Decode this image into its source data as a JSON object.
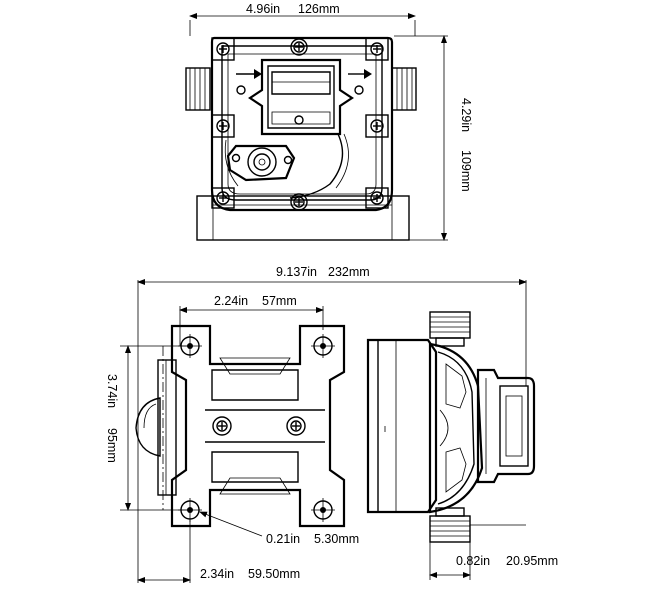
{
  "dimensions": {
    "top_width": {
      "imperial": "4.96in",
      "metric": "126mm"
    },
    "top_height": {
      "imperial": "4.29in",
      "metric": "109mm"
    },
    "overall_length": {
      "imperial": "9.137in",
      "metric": "232mm"
    },
    "mount_spacing_x": {
      "imperial": "2.24in",
      "metric": "57mm"
    },
    "mount_spacing_y": {
      "imperial": "3.74in",
      "metric": "95mm"
    },
    "mount_hole": {
      "imperial": "0.21in",
      "metric": "5.30mm"
    },
    "base_to_hole": {
      "imperial": "2.34in",
      "metric": "59.50mm"
    },
    "port_width": {
      "imperial": "0.82in",
      "metric": "20.95mm"
    }
  },
  "colors": {
    "line": "#000000",
    "background": "#ffffff"
  }
}
